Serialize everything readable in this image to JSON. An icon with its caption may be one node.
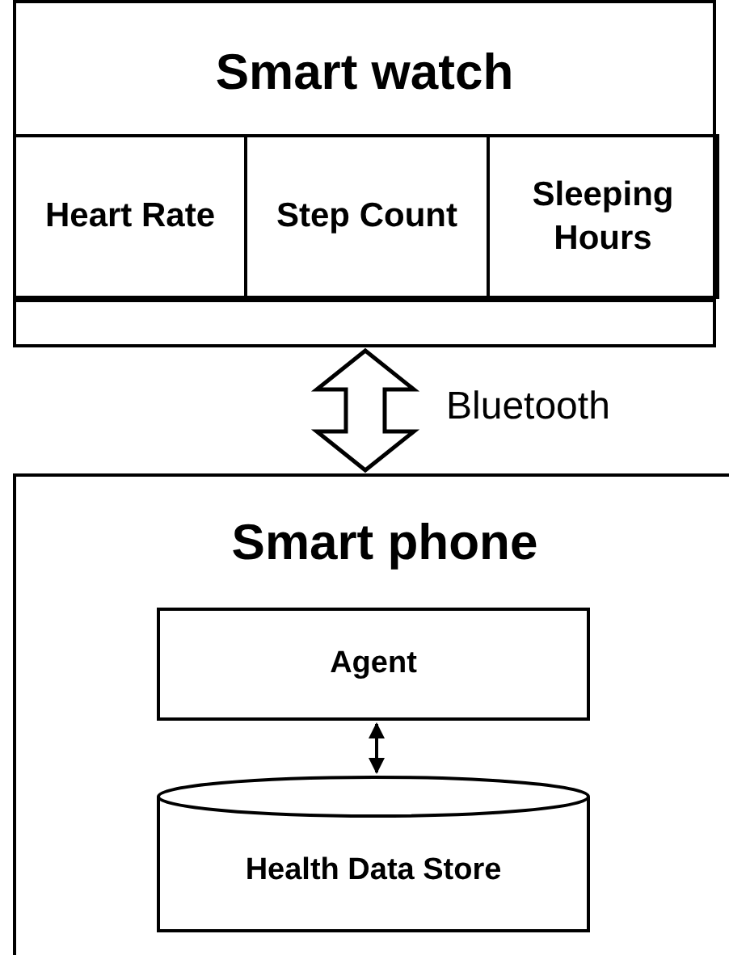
{
  "diagram": {
    "nodes": [
      {
        "text": [
          "Smart watch"
        ]
      },
      {
        "text": [
          "Heart Rate"
        ],
        "in": 0
      },
      {
        "text": [
          "Step Count"
        ],
        "in": 0
      },
      {
        "text": [
          "Sleeping Hours"
        ],
        "in": 0
      },
      {
        "text": [
          "Smart phone"
        ]
      },
      {
        "text": [
          "Agent"
        ],
        "in": 4
      },
      {
        "text": [
          "Health Data Store"
        ],
        "in": 4
      }
    ],
    "edges": [
      {
        "from": 0,
        "to": 4,
        "arrow": "both",
        "label": "Bluetooth",
        "style": "thick"
      },
      {
        "from": 5,
        "to": 6,
        "arrow": "both"
      }
    ]
  }
}
